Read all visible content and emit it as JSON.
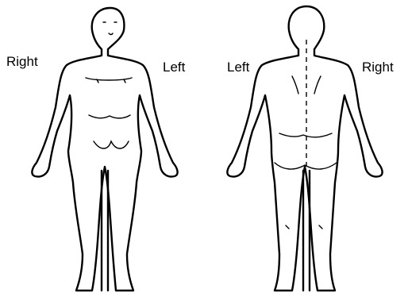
{
  "labels": {
    "front_right": "Right",
    "front_left": "Left",
    "back_left": "Left",
    "back_right": "Right"
  }
}
